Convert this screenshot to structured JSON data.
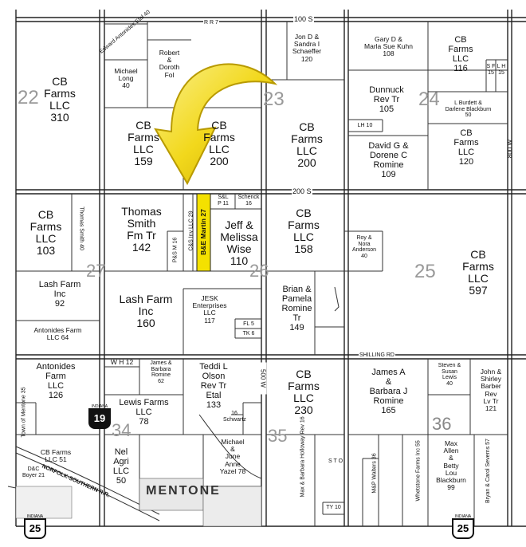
{
  "sections": [
    {
      "id": "s23",
      "text": "23"
    },
    {
      "id": "s22",
      "text": "22"
    },
    {
      "id": "s24",
      "text": "24"
    },
    {
      "id": "s26",
      "text": "26"
    },
    {
      "id": "s27",
      "text": "27"
    },
    {
      "id": "s25",
      "text": "25"
    },
    {
      "id": "s34",
      "text": "34"
    },
    {
      "id": "s35",
      "text": "35"
    },
    {
      "id": "s36",
      "text": "36"
    }
  ],
  "roads": {
    "r100s": "100 S",
    "r200s": "200 S",
    "r800w": "800 W",
    "r500w": "500 W",
    "shilling": "SHILLING RD",
    "rr7": "R R 7"
  },
  "parcels": {
    "cb310": "CB\nFarms\nLLC\n310",
    "edward": "Edward\nAntonides\nEtal\n40",
    "robert": "Robert\n&\nDoroth\nFol",
    "michael_long": "Michael\nLong\n40",
    "jon": "Jon D &\nSandra I\nSchaeffer\n120",
    "gary": "Gary D &\nMarla Sue Kuhn\n108",
    "cb116": "CB\nFarms\nLLC\n116",
    "sf": "S F\n15",
    "lh": "L H\n15",
    "dunnuck": "Dunnuck\nRev Tr\n105",
    "burdett": "L Burdett &\nDarlene Blackburn\n50",
    "lh10": "LH 10",
    "cb159": "CB\nFarms\nLLC\n159",
    "cb200a": "CB\nFarms\nLLC\n200",
    "cb200b": "CB\nFarms\nLLC\n200",
    "david": "David G &\nDorene C\nRomine\n109",
    "cb120": "CB\nFarms\nLLC\n120",
    "cb103": "CB\nFarms\nLLC\n103",
    "thomas_smith40": "Thomas Smith\n40",
    "thomas_smith142": "Thomas\nSmith\nFm Tr\n142",
    "csb": "C&S Inv LLC 29",
    "be_martin": "B&E Martin 27",
    "sl": "S&L\nP 11",
    "schenck": "Schenck\n16",
    "pm16": "P&S M 16",
    "jeff": "Jeff &\nMelissa\nWise\n110",
    "cb158": "CB\nFarms\nLLC\n158",
    "roy": "Roy &\nNora\nAnderson\n40",
    "cb597": "CB\nFarms\nLLC\n597",
    "lash92": "Lash Farm\nInc\n92",
    "lash160": "Lash Farm\nInc\n160",
    "jesk": "JESK\nEnterprises\nLLC\n117",
    "brian": "Brian &\nPamela\nRomine\nTr\n149",
    "antonides64": "Antonides Farm\nLLC 64",
    "fl5": "FL 5",
    "tk6": "TK 6",
    "wh12": "W H 12",
    "james_barbara62": "James &\nBarbara\nRomine\n62",
    "teddi": "Teddi L\nOlson\nRev Tr\nEtal\n133",
    "cb230": "CB\nFarms\nLLC\n230",
    "james165": "James A\n&\nBarbara J\nRomine\n165",
    "steven": "Steven &\nSusan\nLewis\n40",
    "john_shirley": "John &\nShirley\nBarber\nRev\nLv Tr\n121",
    "antonides126": "Antonides\nFarm\nLLC\n126",
    "mentone35": "Town of\nMentone\n35",
    "lewis78": "Lewis Farms\nLLC\n78",
    "schwartz": "16\nSchwartz",
    "cb51": "CB Farms\nLLC 51",
    "nel": "Nel\nAgri\nLLC\n50",
    "michael_june": "Michael\n&\nJune\nAnne\nYazel 78",
    "max_barbara": "Max & Barbara\nHolloway\nRev 16",
    "mp_walters": "M&P Walters\n36",
    "whetstone": "Whetstone Farms\nInc 55",
    "max_allen": "Max\nAllen\n&\nBetty\nLou\nBlackburn\n99",
    "bryan": "Bryan & Carol\nSeverns\n57",
    "norfolk": "NORFOLK-SOUTHERN R.R.",
    "dsc": "D&C\nBoyer 21",
    "mentone_town": "MENTONE",
    "ty10": "TY 10",
    "sto": "S T O"
  },
  "shields": {
    "ind19": "19",
    "ind25a": "25",
    "ind25b": "25",
    "indiana": "INDIANA"
  },
  "colors": {
    "highlight": "#f4e100",
    "arrow": "#f2d81c",
    "arrow_edge": "#b89a00",
    "line": "#222222"
  }
}
